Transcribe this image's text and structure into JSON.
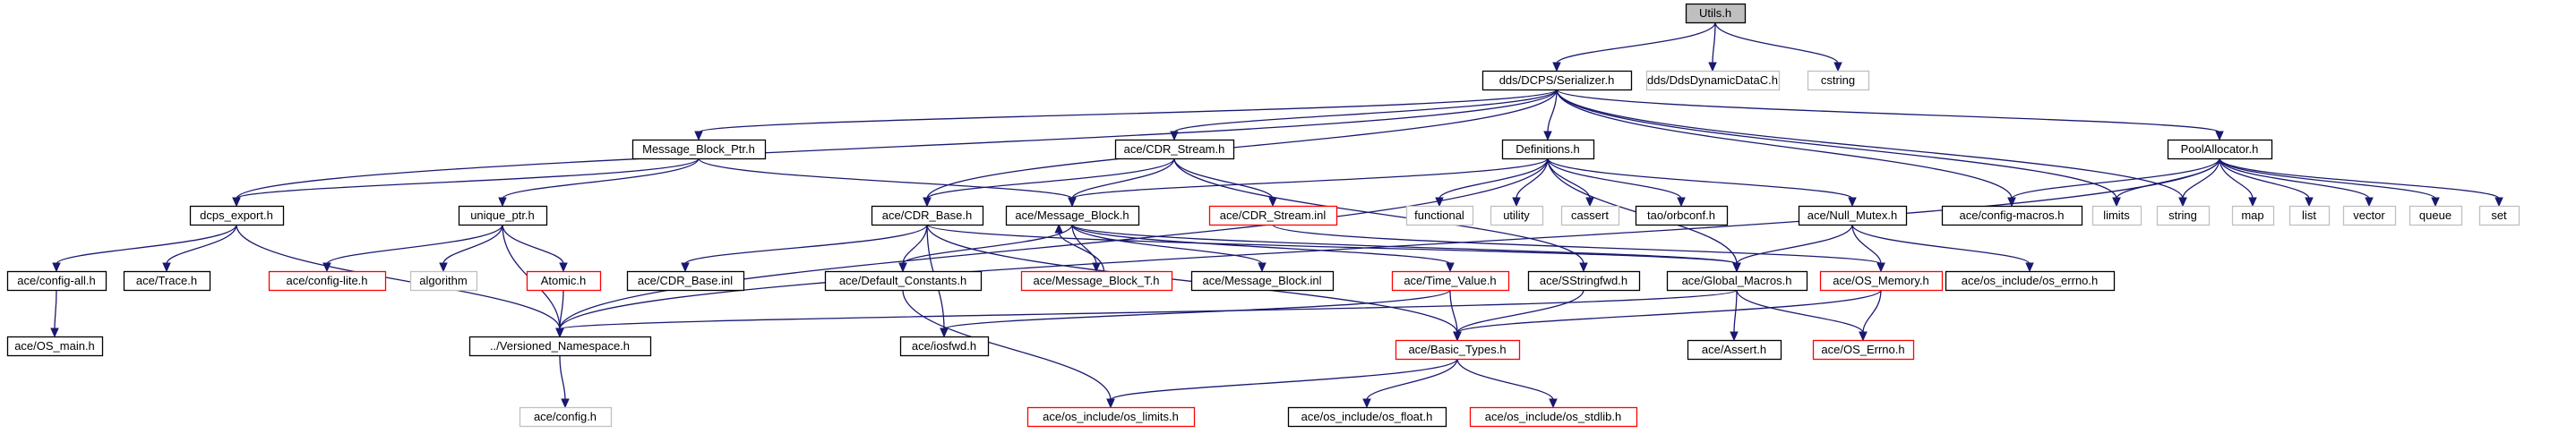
{
  "diagram": {
    "colors": {
      "edge": "#191970",
      "root_fill": "#bfbfbf",
      "normal_border": "#000000",
      "truncated_border": "#ff0000",
      "external_border": "#bfbfbf",
      "background": "#ffffff"
    },
    "nodes": [
      {
        "id": "utils",
        "label": "Utils.h",
        "style": "root"
      },
      {
        "id": "serializer",
        "label": "dds/DCPS/Serializer.h",
        "style": "normal"
      },
      {
        "id": "ddsdyn",
        "label": "dds/DdsDynamicDataC.h",
        "style": "external"
      },
      {
        "id": "cstring",
        "label": "cstring",
        "style": "external"
      },
      {
        "id": "mbptr",
        "label": "Message_Block_Ptr.h",
        "style": "normal"
      },
      {
        "id": "cdrstream",
        "label": "ace/CDR_Stream.h",
        "style": "normal"
      },
      {
        "id": "definitions",
        "label": "Definitions.h",
        "style": "normal"
      },
      {
        "id": "poolalloc",
        "label": "PoolAllocator.h",
        "style": "normal"
      },
      {
        "id": "dcpsexport",
        "label": "dcps_export.h",
        "style": "normal"
      },
      {
        "id": "uniqueptr",
        "label": "unique_ptr.h",
        "style": "normal"
      },
      {
        "id": "cdrbase",
        "label": "ace/CDR_Base.h",
        "style": "normal"
      },
      {
        "id": "msgblock",
        "label": "ace/Message_Block.h",
        "style": "normal"
      },
      {
        "id": "cdrstreaminl",
        "label": "ace/CDR_Stream.inl",
        "style": "truncated"
      },
      {
        "id": "functional",
        "label": "functional",
        "style": "external"
      },
      {
        "id": "utility",
        "label": "utility",
        "style": "external"
      },
      {
        "id": "cassert",
        "label": "cassert",
        "style": "external"
      },
      {
        "id": "orbconf",
        "label": "tao/orbconf.h",
        "style": "normal"
      },
      {
        "id": "nullmutex",
        "label": "ace/Null_Mutex.h",
        "style": "normal"
      },
      {
        "id": "configmacros",
        "label": "ace/config-macros.h",
        "style": "normal"
      },
      {
        "id": "limits",
        "label": "limits",
        "style": "external"
      },
      {
        "id": "string",
        "label": "string",
        "style": "external"
      },
      {
        "id": "map",
        "label": "map",
        "style": "external"
      },
      {
        "id": "list",
        "label": "list",
        "style": "external"
      },
      {
        "id": "vector",
        "label": "vector",
        "style": "external"
      },
      {
        "id": "queue",
        "label": "queue",
        "style": "external"
      },
      {
        "id": "set",
        "label": "set",
        "style": "external"
      },
      {
        "id": "configall",
        "label": "ace/config-all.h",
        "style": "normal"
      },
      {
        "id": "trace",
        "label": "ace/Trace.h",
        "style": "normal"
      },
      {
        "id": "configlite",
        "label": "ace/config-lite.h",
        "style": "truncated"
      },
      {
        "id": "algorithm",
        "label": "algorithm",
        "style": "external"
      },
      {
        "id": "atomic",
        "label": "Atomic.h",
        "style": "truncated"
      },
      {
        "id": "cdrbaseinl",
        "label": "ace/CDR_Base.inl",
        "style": "normal"
      },
      {
        "id": "defconst",
        "label": "ace/Default_Constants.h",
        "style": "normal"
      },
      {
        "id": "mbt",
        "label": "ace/Message_Block_T.h",
        "style": "truncated"
      },
      {
        "id": "mbinl",
        "label": "ace/Message_Block.inl",
        "style": "normal"
      },
      {
        "id": "timevalue",
        "label": "ace/Time_Value.h",
        "style": "truncated"
      },
      {
        "id": "sstringfwd",
        "label": "ace/SStringfwd.h",
        "style": "normal"
      },
      {
        "id": "globalmacros",
        "label": "ace/Global_Macros.h",
        "style": "normal"
      },
      {
        "id": "osmemory",
        "label": "ace/OS_Memory.h",
        "style": "truncated"
      },
      {
        "id": "oserrno",
        "label": "ace/os_include/os_errno.h",
        "style": "normal"
      },
      {
        "id": "osmain",
        "label": "ace/OS_main.h",
        "style": "normal"
      },
      {
        "id": "versioned",
        "label": "../Versioned_Namespace.h",
        "style": "normal"
      },
      {
        "id": "iosfwd",
        "label": "ace/iosfwd.h",
        "style": "normal"
      },
      {
        "id": "basictypes",
        "label": "ace/Basic_Types.h",
        "style": "truncated"
      },
      {
        "id": "assert",
        "label": "ace/Assert.h",
        "style": "normal"
      },
      {
        "id": "OSerrno",
        "label": "ace/OS_Errno.h",
        "style": "truncated"
      },
      {
        "id": "config",
        "label": "ace/config.h",
        "style": "external"
      },
      {
        "id": "oslimits",
        "label": "ace/os_include/os_limits.h",
        "style": "truncated"
      },
      {
        "id": "osfloat",
        "label": "ace/os_include/os_float.h",
        "style": "normal"
      },
      {
        "id": "osstdlib",
        "label": "ace/os_include/os_stdlib.h",
        "style": "truncated"
      }
    ],
    "edges": [
      [
        "utils",
        "serializer"
      ],
      [
        "utils",
        "ddsdyn"
      ],
      [
        "utils",
        "cstring"
      ],
      [
        "serializer",
        "mbptr"
      ],
      [
        "serializer",
        "cdrstream"
      ],
      [
        "serializer",
        "definitions"
      ],
      [
        "serializer",
        "poolalloc"
      ],
      [
        "serializer",
        "dcpsexport"
      ],
      [
        "serializer",
        "cdrbase"
      ],
      [
        "serializer",
        "configmacros"
      ],
      [
        "serializer",
        "limits"
      ],
      [
        "serializer",
        "string"
      ],
      [
        "mbptr",
        "dcpsexport"
      ],
      [
        "mbptr",
        "uniqueptr"
      ],
      [
        "mbptr",
        "msgblock"
      ],
      [
        "cdrstream",
        "cdrbase"
      ],
      [
        "cdrstream",
        "msgblock"
      ],
      [
        "cdrstream",
        "cdrstreaminl"
      ],
      [
        "cdrstream",
        "sstringfwd"
      ],
      [
        "definitions",
        "functional"
      ],
      [
        "definitions",
        "utility"
      ],
      [
        "definitions",
        "cassert"
      ],
      [
        "definitions",
        "orbconf"
      ],
      [
        "definitions",
        "nullmutex"
      ],
      [
        "definitions",
        "msgblock"
      ],
      [
        "definitions",
        "globalmacros"
      ],
      [
        "definitions",
        "versioned"
      ],
      [
        "poolalloc",
        "configmacros"
      ],
      [
        "poolalloc",
        "limits"
      ],
      [
        "poolalloc",
        "string"
      ],
      [
        "poolalloc",
        "map"
      ],
      [
        "poolalloc",
        "list"
      ],
      [
        "poolalloc",
        "vector"
      ],
      [
        "poolalloc",
        "queue"
      ],
      [
        "poolalloc",
        "set"
      ],
      [
        "poolalloc",
        "versioned"
      ],
      [
        "dcpsexport",
        "configall"
      ],
      [
        "dcpsexport",
        "trace"
      ],
      [
        "dcpsexport",
        "versioned"
      ],
      [
        "configall",
        "osmain"
      ],
      [
        "uniqueptr",
        "configlite"
      ],
      [
        "uniqueptr",
        "algorithm"
      ],
      [
        "uniqueptr",
        "atomic"
      ],
      [
        "uniqueptr",
        "versioned"
      ],
      [
        "atomic",
        "versioned"
      ],
      [
        "cdrbase",
        "cdrbaseinl"
      ],
      [
        "cdrbase",
        "defconst"
      ],
      [
        "cdrbase",
        "iosfwd"
      ],
      [
        "cdrbase",
        "basictypes"
      ],
      [
        "cdrbase",
        "globalmacros"
      ],
      [
        "msgblock",
        "defconst"
      ],
      [
        "msgblock",
        "mbt"
      ],
      [
        "msgblock",
        "mbinl"
      ],
      [
        "msgblock",
        "timevalue"
      ],
      [
        "msgblock",
        "globalmacros"
      ],
      [
        "mbt",
        "msgblock"
      ],
      [
        "cdrstreaminl",
        "osmemory"
      ],
      [
        "nullmutex",
        "globalmacros"
      ],
      [
        "nullmutex",
        "osmemory"
      ],
      [
        "nullmutex",
        "oserrno"
      ],
      [
        "defconst",
        "oslimits"
      ],
      [
        "timevalue",
        "basictypes"
      ],
      [
        "timevalue",
        "iosfwd"
      ],
      [
        "sstringfwd",
        "basictypes"
      ],
      [
        "globalmacros",
        "assert"
      ],
      [
        "globalmacros",
        "OSerrno"
      ],
      [
        "globalmacros",
        "versioned"
      ],
      [
        "osmemory",
        "basictypes"
      ],
      [
        "osmemory",
        "OSerrno"
      ],
      [
        "versioned",
        "config"
      ],
      [
        "basictypes",
        "oslimits"
      ],
      [
        "basictypes",
        "osfloat"
      ],
      [
        "basictypes",
        "osstdlib"
      ]
    ]
  }
}
